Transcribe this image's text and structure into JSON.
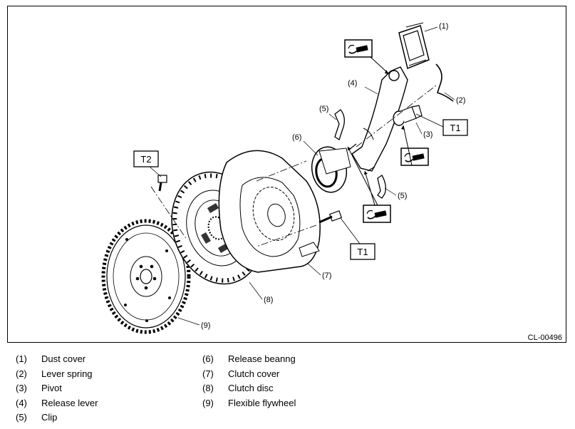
{
  "figure_code": "CL-00496",
  "torque_boxes": {
    "t1": "T1",
    "t2": "T2"
  },
  "callouts": {
    "c1": "(1)",
    "c2": "(2)",
    "c3": "(3)",
    "c4": "(4)",
    "c5a": "(5)",
    "c5b": "(5)",
    "c6": "(6)",
    "c7": "(7)",
    "c8": "(8)",
    "c9": "(9)"
  },
  "legend": {
    "left": [
      {
        "num": "(1)",
        "label": "Dust cover"
      },
      {
        "num": "(2)",
        "label": "Lever spring"
      },
      {
        "num": "(3)",
        "label": "Pivot"
      },
      {
        "num": "(4)",
        "label": "Release lever"
      },
      {
        "num": "(5)",
        "label": "Clip"
      }
    ],
    "right": [
      {
        "num": "(6)",
        "label": "Release beanng"
      },
      {
        "num": "(7)",
        "label": "Clutch cover"
      },
      {
        "num": "(8)",
        "label": "Clutch disc"
      },
      {
        "num": "(9)",
        "label": "Flexible flywheel"
      }
    ]
  },
  "icons": [
    "grease-icon",
    "grease-icon",
    "grease-icon"
  ]
}
